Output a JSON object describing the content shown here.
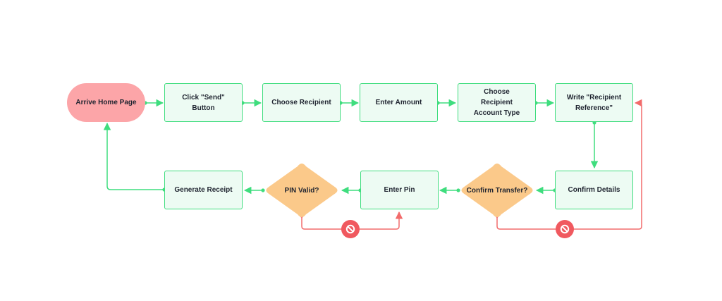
{
  "flow": {
    "nodes": {
      "arrive": {
        "label": "Arrive Home Page"
      },
      "send": {
        "label": "Click \"Send\" Button"
      },
      "recipient": {
        "label": "Choose Recipient"
      },
      "amount": {
        "label": "Enter Amount"
      },
      "account_type": {
        "label": "Choose Recipient Account Type"
      },
      "reference": {
        "label": "Write \"Recipient Reference\""
      },
      "confirm_details": {
        "label": "Confirm Details"
      },
      "confirm_transfer": {
        "label": "Confirm Transfer?"
      },
      "pin": {
        "label": "Enter Pin"
      },
      "pin_valid": {
        "label": "PIN Valid?"
      },
      "receipt": {
        "label": "Generate Receipt"
      }
    },
    "colors": {
      "success_line": "#3fdd7e",
      "failure_line": "#f26b6b",
      "process_fill": "#edfbf3",
      "terminal_fill": "#fca5a8",
      "decision_fill": "#fbc98a",
      "badge_fill": "#f0595f"
    },
    "icons": {
      "failure_badge": "prohibited-icon"
    }
  }
}
